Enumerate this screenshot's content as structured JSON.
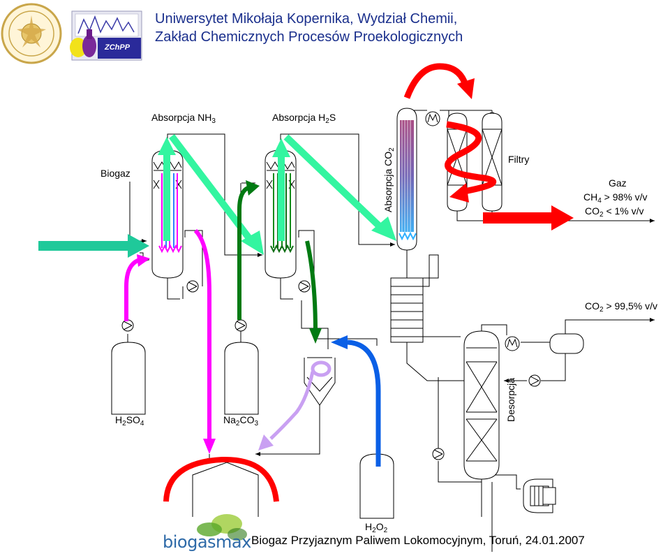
{
  "header": {
    "line1": "Uniwersytet Mikołaja Kopernika, Wydział Chemii,",
    "line2": "Zakład Chemicznych Procesów Proekologicznych"
  },
  "labels": {
    "nh3_absorption": {
      "text": "Absorpcja NH",
      "sub": "3",
      "tail": ""
    },
    "h2s_absorption": {
      "text": "Absorpcja H",
      "sub": "2",
      "tail": "S"
    },
    "co2_absorption": {
      "text": "Absorpcja CO",
      "sub": "2",
      "tail": ""
    },
    "biogas": "Biogaz",
    "filters": "Filtry",
    "gas_title": "Gaz",
    "gas_ch4": {
      "text": "CH",
      "sub": "4",
      "tail": " > 98% v/v"
    },
    "gas_co2": {
      "text": "CO",
      "sub": "2",
      "tail": " < 1% v/v"
    },
    "co2_out": {
      "text": "CO",
      "sub": "2",
      "tail": " > 99,5% v/v"
    },
    "desorption": "Desorpcja",
    "h2so4": {
      "text": "H",
      "sub": "2",
      "mid": "SO",
      "sub2": "4"
    },
    "na2co3": {
      "text": "Na",
      "sub": "2",
      "mid": "CO",
      "sub2": "3"
    },
    "h2o2": {
      "text": "H",
      "sub": "2",
      "mid": "O",
      "sub2": "2"
    }
  },
  "badge": "ZChPP",
  "logo": "biogasmax",
  "footer": "Biogaz Przyjaznym Paliwem Lokomocyjnym, Toruń, 24.01.2007",
  "colors": {
    "header_text": "#1a2f8c",
    "biogas_arrow": "#1fc99a",
    "light_green_arrow": "#33f5a0",
    "dark_green_arrow": "#007a12",
    "magenta_arrow": "#ff00ff",
    "red_arrow": "#ff0000",
    "blue_arrow": "#0a5fe6",
    "lavender_arrow": "#c9a0f2",
    "process_line": "#000000"
  }
}
